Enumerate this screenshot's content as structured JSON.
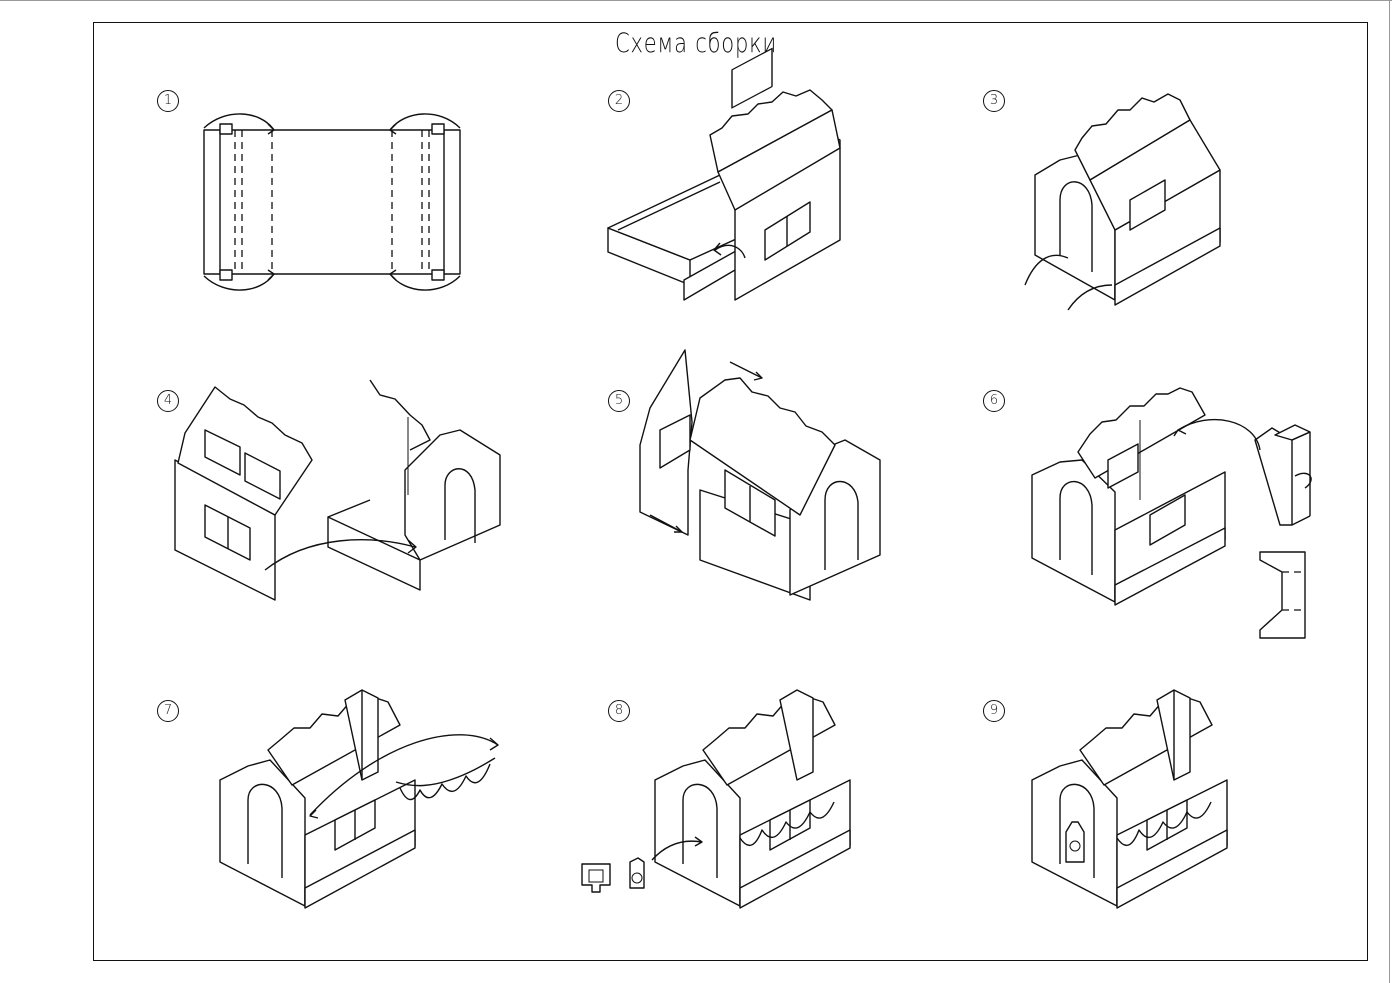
{
  "title": "Схема сборки",
  "steps": [
    {
      "number": "1"
    },
    {
      "number": "2"
    },
    {
      "number": "3"
    },
    {
      "number": "4"
    },
    {
      "number": "5"
    },
    {
      "number": "6"
    },
    {
      "number": "7"
    },
    {
      "number": "8"
    },
    {
      "number": "9"
    }
  ]
}
